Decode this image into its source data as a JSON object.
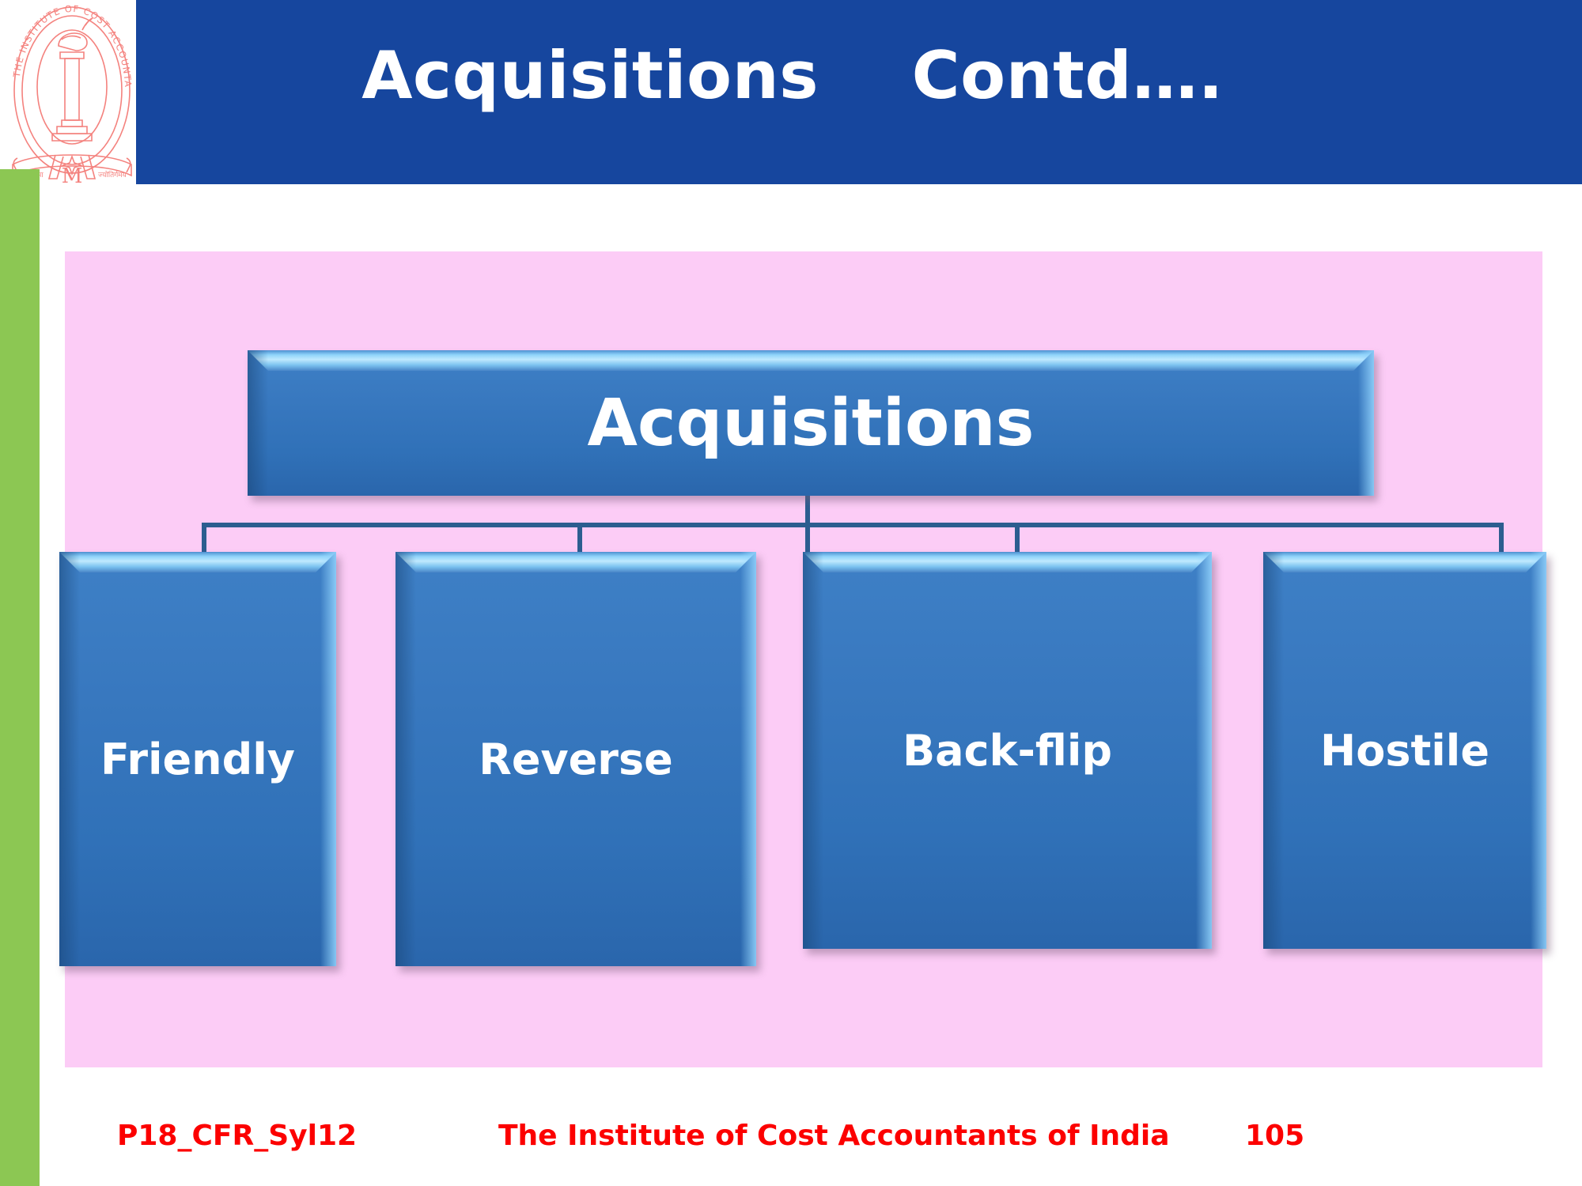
{
  "slide": {
    "title": "Acquisitions    Contd….",
    "colors": {
      "header_blue": "#16469E",
      "panel_pink": "#FCCCF6",
      "accent_green": "#8CC753",
      "node_blue": "#3878BF",
      "node_bevel_light": "#BFE9FE",
      "connector_blue": "#2C5D90",
      "footer_red": "#FC0000",
      "logo_pink": "#F4827E"
    }
  },
  "logo": {
    "name": "institute-of-cost-accountants-of-india-logo",
    "outer_text": "THE INSTITUTE OF COST ACCOUNTANTS OF INDIA",
    "ribbon_text": "तमसो मा ज्योतिर्गमय",
    "monogram": "M"
  },
  "diagram": {
    "type": "tree",
    "root": {
      "label": "Acquisitions"
    },
    "children": [
      {
        "label": "Friendly"
      },
      {
        "label": "Reverse"
      },
      {
        "label": "Back-flip"
      },
      {
        "label": "Hostile"
      }
    ]
  },
  "footer": {
    "code": "P18_CFR_Syl12",
    "organization": "The Institute of Cost Accountants of India",
    "page": "105"
  }
}
